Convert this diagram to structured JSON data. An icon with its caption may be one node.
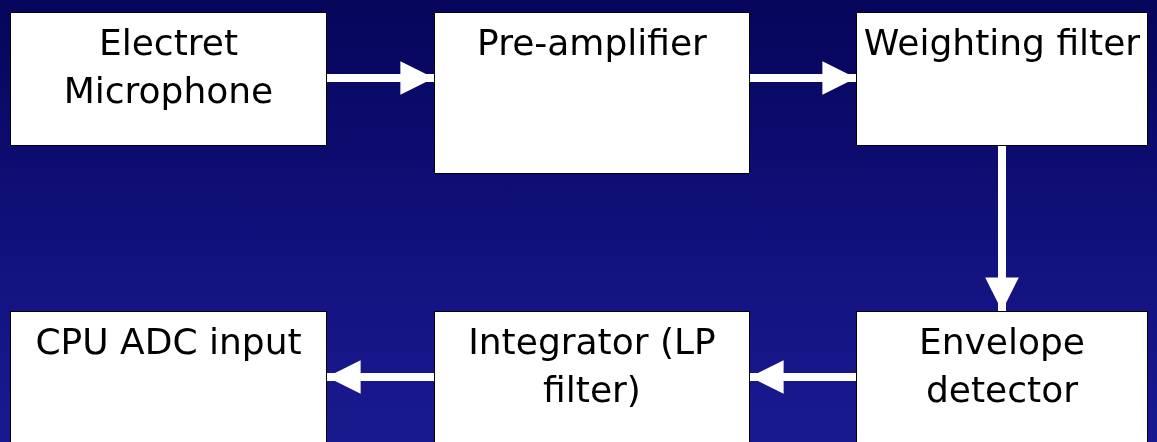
{
  "diagram": {
    "nodes": [
      {
        "text": [
          "Electret Microphone"
        ]
      },
      {
        "text": [
          "Pre-amplifier"
        ]
      },
      {
        "text": [
          "Weighting filter"
        ]
      },
      {
        "text": [
          "CPU ADC input"
        ]
      },
      {
        "text": [
          "Integrator (LP filter)"
        ]
      },
      {
        "text": [
          "Envelope detector"
        ]
      }
    ],
    "edges": [
      {
        "from": 0,
        "to": 1,
        "arrow": "to"
      },
      {
        "from": 1,
        "to": 2,
        "arrow": "to"
      },
      {
        "from": 2,
        "to": 5,
        "arrow": "to"
      },
      {
        "from": 5,
        "to": 4,
        "arrow": "to"
      },
      {
        "from": 4,
        "to": 3,
        "arrow": "to"
      }
    ]
  }
}
